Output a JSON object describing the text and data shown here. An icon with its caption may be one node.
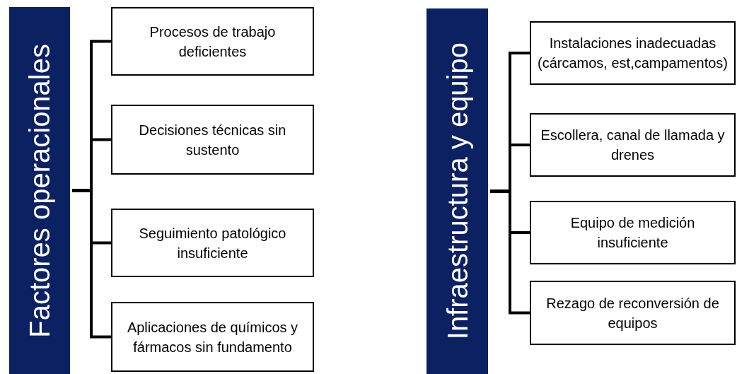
{
  "diagram": {
    "nodes": [
      {
        "text": [
          "Factores operacionales"
        ]
      },
      {
        "text": [
          "Procesos de trabajo deficientes"
        ]
      },
      {
        "text": [
          "Decisiones técnicas sin sustento"
        ]
      },
      {
        "text": [
          "Seguimiento patológico insuficiente"
        ]
      },
      {
        "text": [
          "Aplicaciones de químicos y fármacos sin fundamento"
        ]
      },
      {
        "text": [
          "Infraestructura y equipo"
        ]
      },
      {
        "text": [
          "Instalaciones inadecuadas (cárcamos, est,campamentos)"
        ]
      },
      {
        "text": [
          "Escollera, canal de llamada y drenes"
        ]
      },
      {
        "text": [
          "Equipo de medición insuficiente"
        ]
      },
      {
        "text": [
          "Rezago de reconversión de equipos"
        ]
      }
    ],
    "edges": [
      {
        "from": 0,
        "to": 1,
        "arrow": "none"
      },
      {
        "from": 0,
        "to": 2,
        "arrow": "none"
      },
      {
        "from": 0,
        "to": 3,
        "arrow": "none"
      },
      {
        "from": 0,
        "to": 4,
        "arrow": "none"
      },
      {
        "from": 5,
        "to": 6,
        "arrow": "none"
      },
      {
        "from": 5,
        "to": 7,
        "arrow": "none"
      },
      {
        "from": 5,
        "to": 8,
        "arrow": "none"
      },
      {
        "from": 5,
        "to": 9,
        "arrow": "none"
      }
    ]
  }
}
